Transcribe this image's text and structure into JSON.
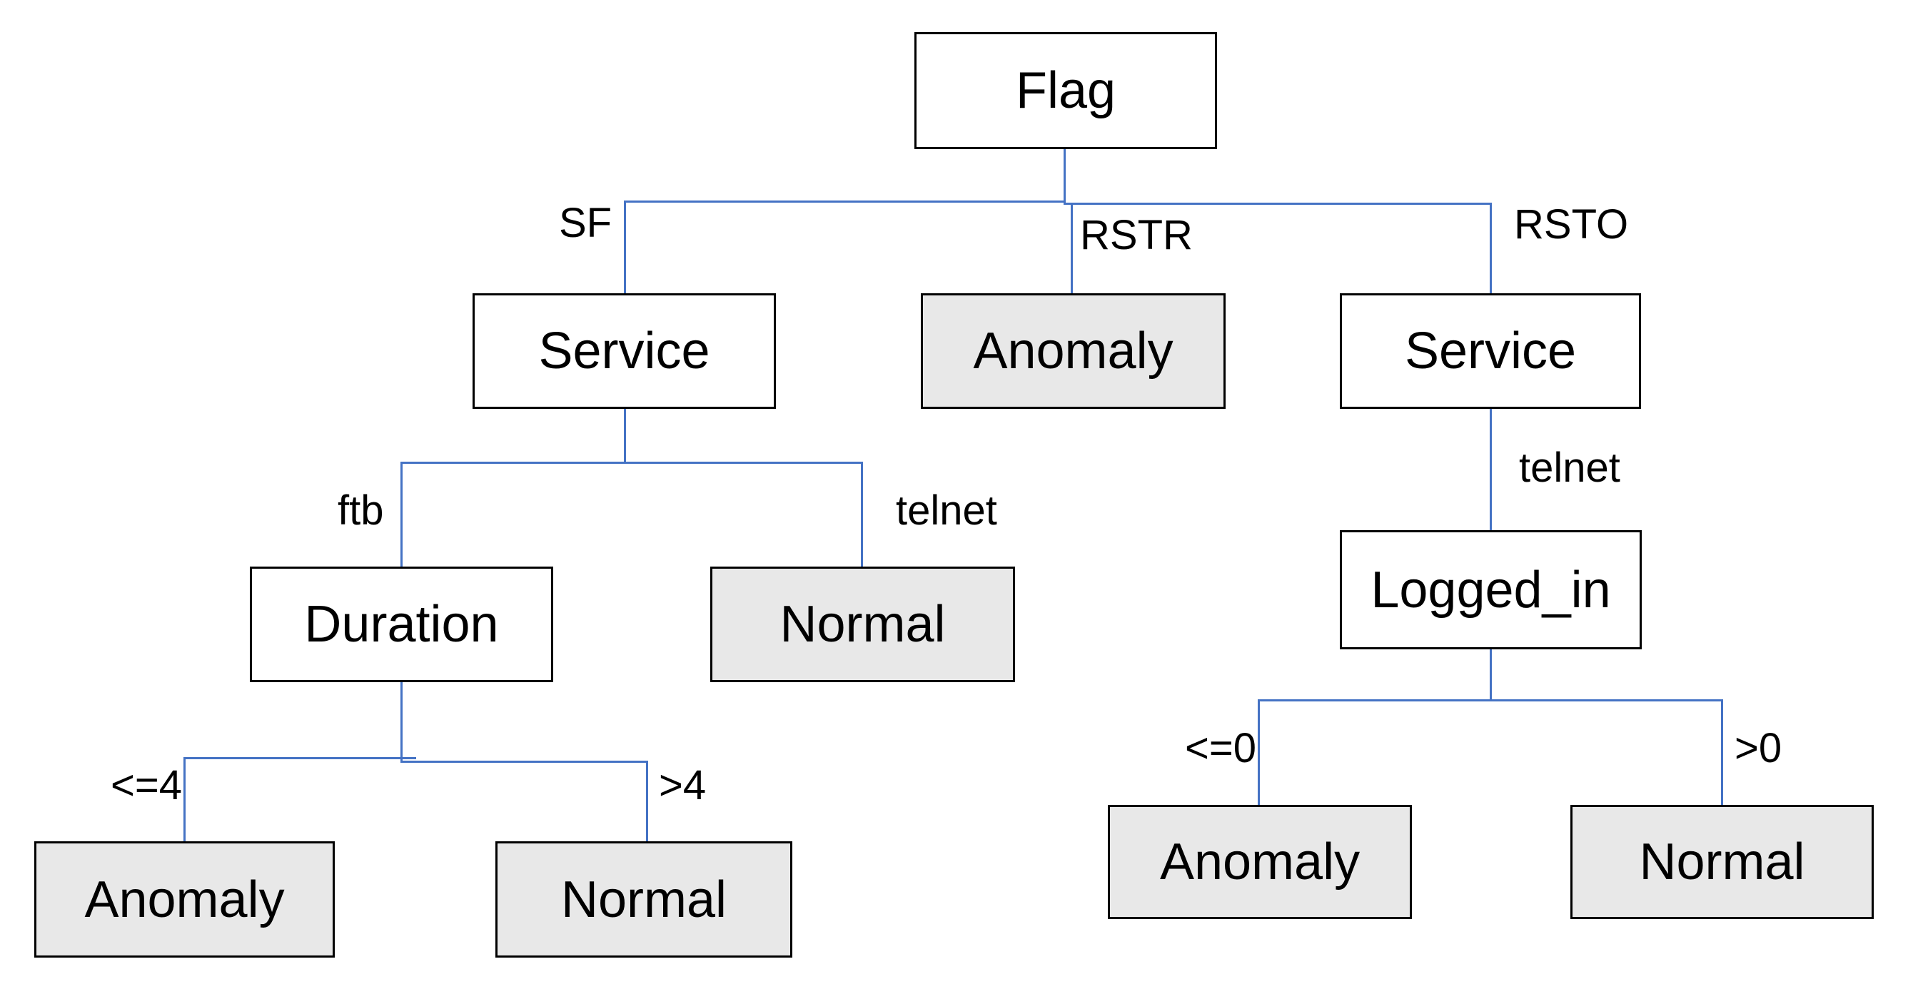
{
  "diagram": {
    "kind": "decision-tree",
    "domain_hint": "network intrusion detection decision tree"
  },
  "colors": {
    "background": "#ffffff",
    "connector": "#4472c4",
    "node_border": "#000000",
    "decision_node_fill": "#ffffff",
    "leaf_node_fill": "#e8e8e8",
    "text": "#000000"
  },
  "nodes": [
    {
      "id": "flag",
      "label": "Flag",
      "kind": "decision"
    },
    {
      "id": "service-left",
      "label": "Service",
      "kind": "decision"
    },
    {
      "id": "anomaly-middle",
      "label": "Anomaly",
      "kind": "leaf"
    },
    {
      "id": "service-right",
      "label": "Service",
      "kind": "decision"
    },
    {
      "id": "duration",
      "label": "Duration",
      "kind": "decision"
    },
    {
      "id": "normal-left",
      "label": "Normal",
      "kind": "leaf"
    },
    {
      "id": "logged-in",
      "label": "Logged_in",
      "kind": "decision"
    },
    {
      "id": "anomaly-bottom-left",
      "label": "Anomaly",
      "kind": "leaf"
    },
    {
      "id": "normal-bottom-left",
      "label": "Normal",
      "kind": "leaf"
    },
    {
      "id": "anomaly-bottom-right",
      "label": "Anomaly",
      "kind": "leaf"
    },
    {
      "id": "normal-bottom-right",
      "label": "Normal",
      "kind": "leaf"
    }
  ],
  "edge_labels": [
    {
      "text": "SF"
    },
    {
      "text": "RSTR"
    },
    {
      "text": "RSTO"
    },
    {
      "text": "ftb"
    },
    {
      "text": "telnet"
    },
    {
      "text": "telnet"
    },
    {
      "text": "<=4"
    },
    {
      "text": ">4"
    },
    {
      "text": "<=0"
    },
    {
      "text": ">0"
    }
  ],
  "tree": {
    "node": "Flag",
    "branches": [
      {
        "condition": "SF",
        "node": "Service",
        "branches": [
          {
            "condition": "ftb",
            "node": "Duration",
            "branches": [
              {
                "condition": "<=4",
                "node": "Anomaly"
              },
              {
                "condition": ">4",
                "node": "Normal"
              }
            ]
          },
          {
            "condition": "telnet",
            "node": "Normal"
          }
        ]
      },
      {
        "condition": "RSTR",
        "node": "Anomaly"
      },
      {
        "condition": "RSTO",
        "node": "Service",
        "branches": [
          {
            "condition": "telnet",
            "node": "Logged_in",
            "branches": [
              {
                "condition": "<=0",
                "node": "Anomaly"
              },
              {
                "condition": ">0",
                "node": "Normal"
              }
            ]
          }
        ]
      }
    ]
  }
}
